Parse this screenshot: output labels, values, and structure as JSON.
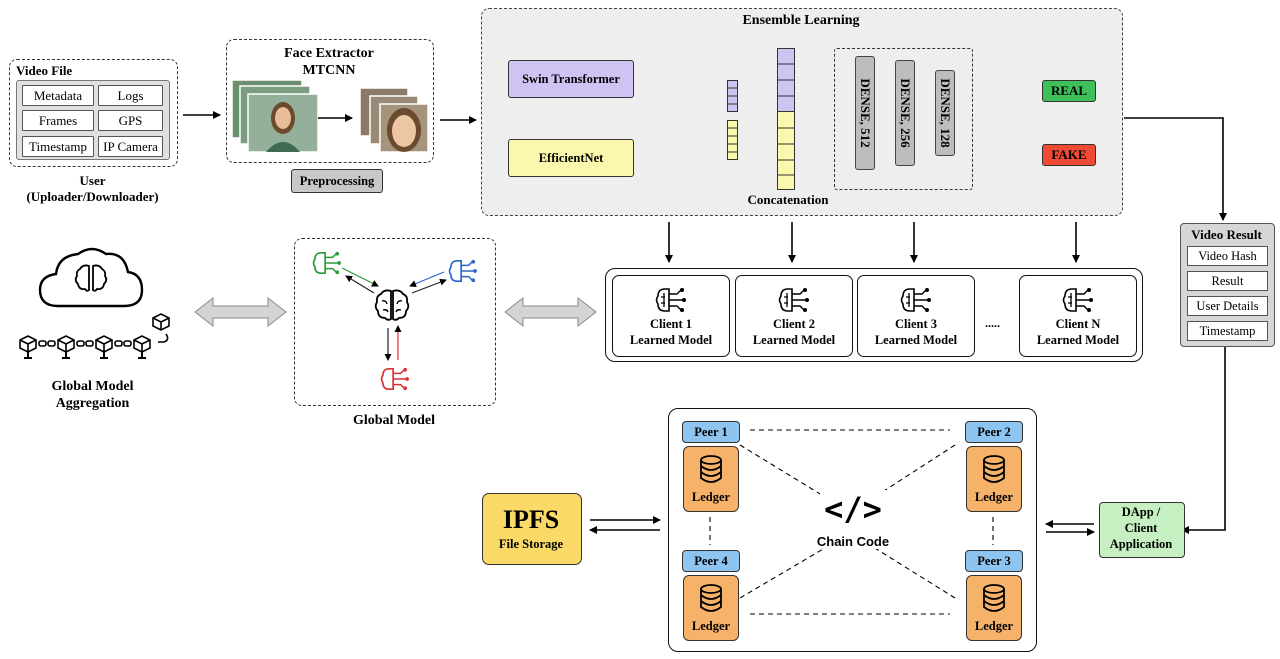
{
  "video_file": {
    "title": "Video File",
    "items": [
      "Metadata",
      "Logs",
      "Frames",
      "GPS",
      "Timestamp",
      "IP Camera"
    ],
    "user_label": "User",
    "user_sublabel": "(Uploader/Downloader)"
  },
  "face_extractor": {
    "title_line1": "Face Extractor",
    "title_line2": "MTCNN",
    "preprocessing": "Preprocessing"
  },
  "ensemble": {
    "title": "Ensemble Learning",
    "swin": "Swin Transformer",
    "efficientnet": "EfficientNet",
    "concatenation": "Concatenation",
    "dense": [
      "DENSE, 512",
      "DENSE, 256",
      "DENSE, 128"
    ],
    "real": "REAL",
    "fake": "FAKE",
    "colors": {
      "swin": "#cfc3f3",
      "efficientnet": "#fbf7ad",
      "real": "#3fbf5a",
      "fake": "#ee4a35",
      "dense": "#bdbdbd"
    }
  },
  "video_result": {
    "title": "Video Result",
    "items": [
      "Video Hash",
      "Result",
      "User Details",
      "Timestamp"
    ]
  },
  "clients": [
    {
      "line1": "Client 1",
      "line2": "Learned Model"
    },
    {
      "line1": "Client 2",
      "line2": "Learned Model"
    },
    {
      "line1": "Client 3",
      "line2": "Learned Model"
    },
    {
      "line1": "Client N",
      "line2": "Learned Model"
    }
  ],
  "clients_ellipsis": ".....",
  "global_model": {
    "label": "Global Model"
  },
  "aggregation": {
    "line1": "Global Model",
    "line2": "Aggregation"
  },
  "ipfs": {
    "title": "IPFS",
    "subtitle": "File Storage",
    "color": "#fbd967"
  },
  "blockchain": {
    "peers": [
      "Peer 1",
      "Peer 2",
      "Peer 3",
      "Peer 4"
    ],
    "ledger_label": "Ledger",
    "chain_code": "Chain Code",
    "chain_code_icon": "</>",
    "colors": {
      "peer": "#8ec5f0",
      "ledger": "#f7b26a"
    }
  },
  "dapp": {
    "line1": "DApp /",
    "line2": "Client",
    "line3": "Application",
    "color": "#c6f0c2"
  }
}
